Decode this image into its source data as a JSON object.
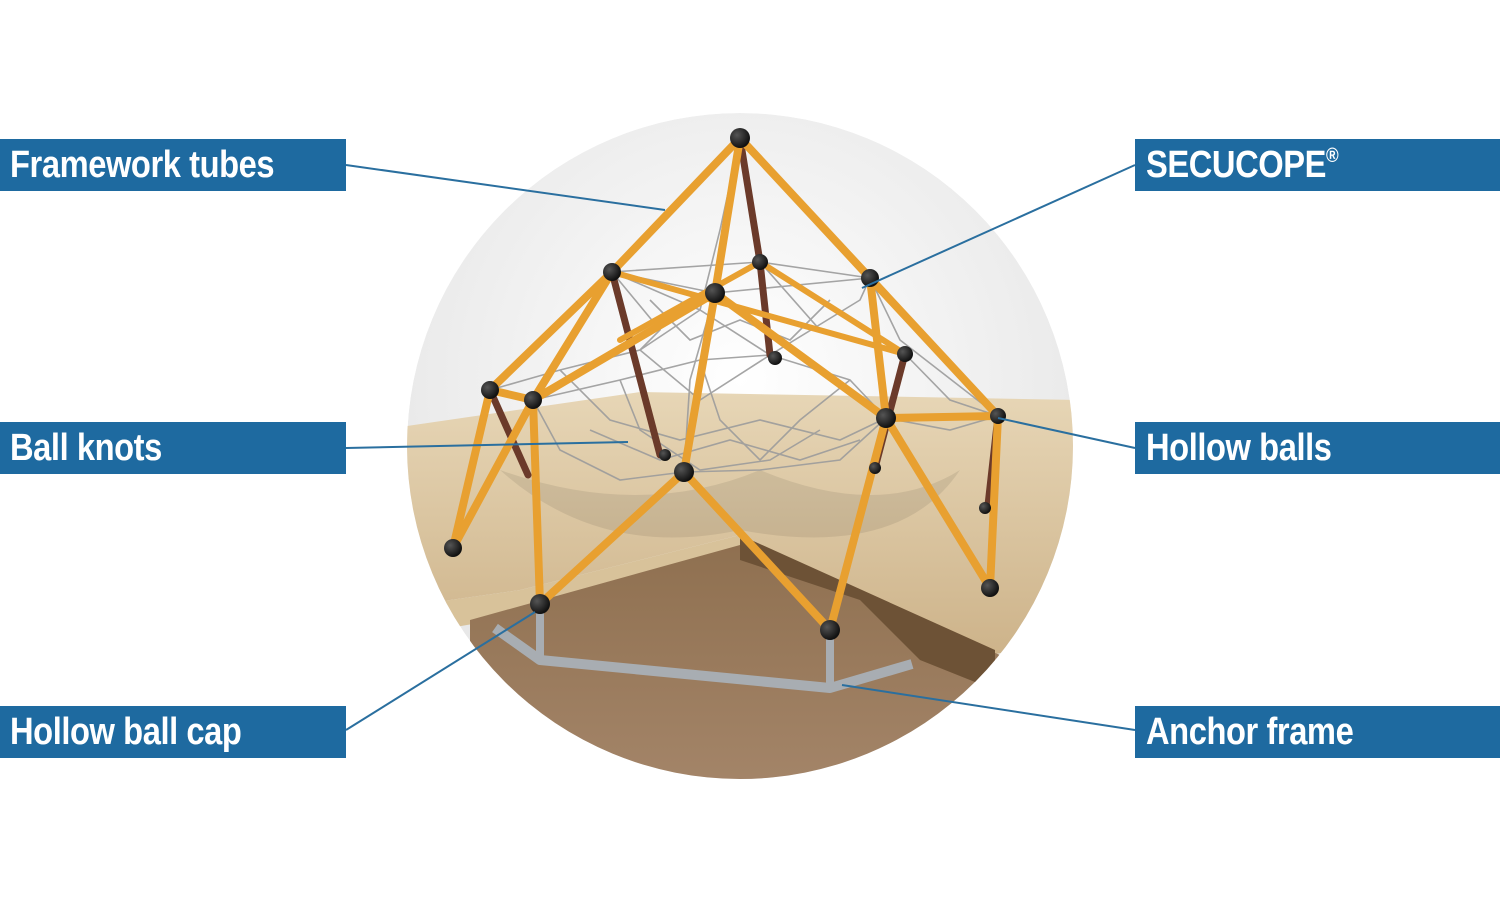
{
  "labels": {
    "framework_tubes": "Framework tubes",
    "ball_knots": "Ball knots",
    "hollow_ball_cap": "Hollow ball cap",
    "secucope": "SECUCOPE",
    "secucope_mark": "®",
    "hollow_balls": "Hollow balls",
    "anchor_frame": "Anchor frame"
  },
  "colors": {
    "label_bg": "#1e6aa0",
    "leader_line": "#2a6f9f",
    "tube": "#e8a030",
    "tube_dark": "#6b3a2a",
    "ball": "#1a1a1a",
    "rope": "#9a9a9a",
    "sand": "#d9c4a0",
    "soil": "#8a6a4a",
    "anchor": "#b0b4b8"
  }
}
